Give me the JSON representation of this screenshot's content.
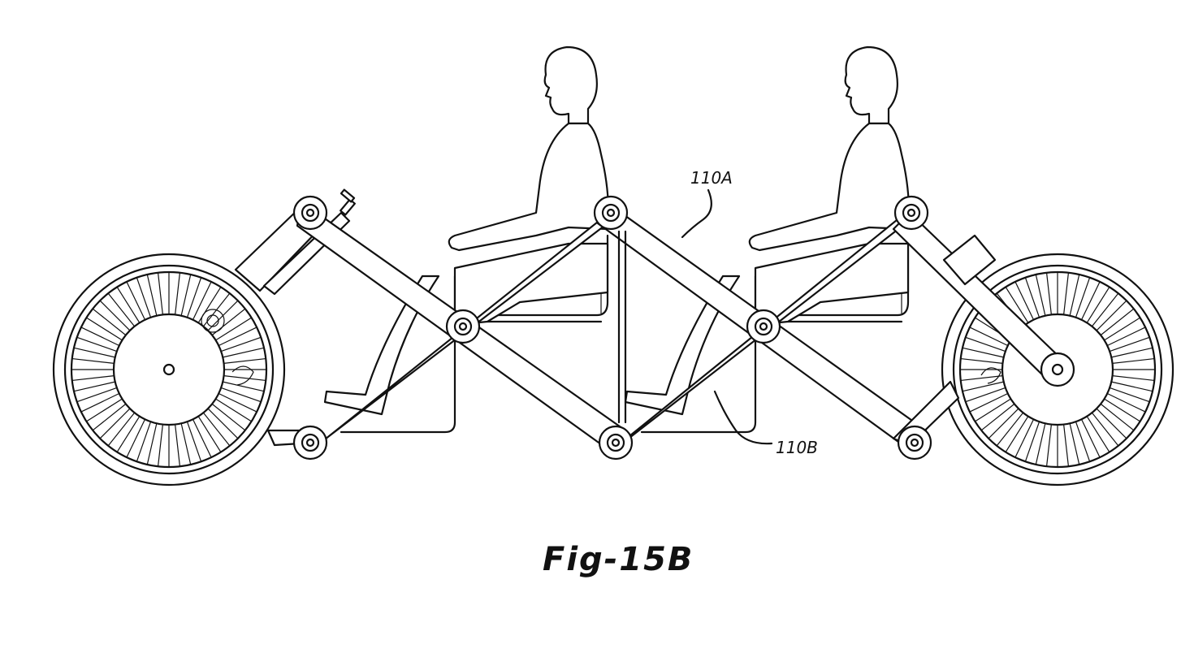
{
  "figure": {
    "caption": "Fig-15B",
    "reference_labels": {
      "upper_frame": "110A",
      "lower_frame": "110B"
    }
  }
}
